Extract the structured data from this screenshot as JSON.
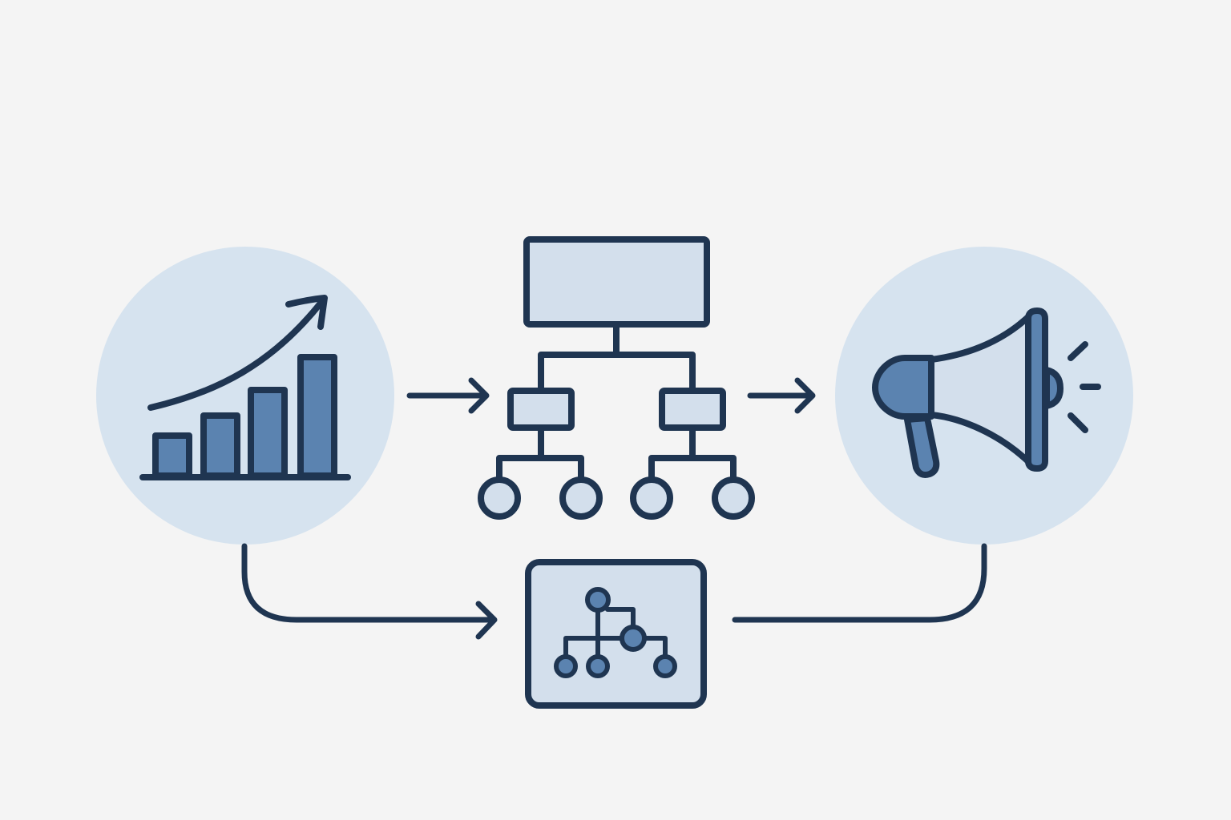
{
  "colors": {
    "background": "#f4f4f4",
    "stroke": "#1f3551",
    "circle_fill": "#d6e3ef",
    "box_fill": "#d3dfec",
    "accent": "#5b83b0"
  },
  "nodes": {
    "growth": {
      "icon": "bar-chart-growth-icon"
    },
    "org_chart": {
      "icon": "org-chart-icon"
    },
    "broadcast": {
      "icon": "megaphone-icon"
    },
    "network": {
      "icon": "network-hierarchy-icon"
    }
  },
  "edges": [
    {
      "from": "growth",
      "to": "org_chart",
      "style": "arrow"
    },
    {
      "from": "org_chart",
      "to": "broadcast",
      "style": "arrow"
    },
    {
      "from": "growth",
      "to": "network",
      "style": "arrow"
    },
    {
      "from": "network",
      "to": "broadcast",
      "style": "line"
    }
  ]
}
